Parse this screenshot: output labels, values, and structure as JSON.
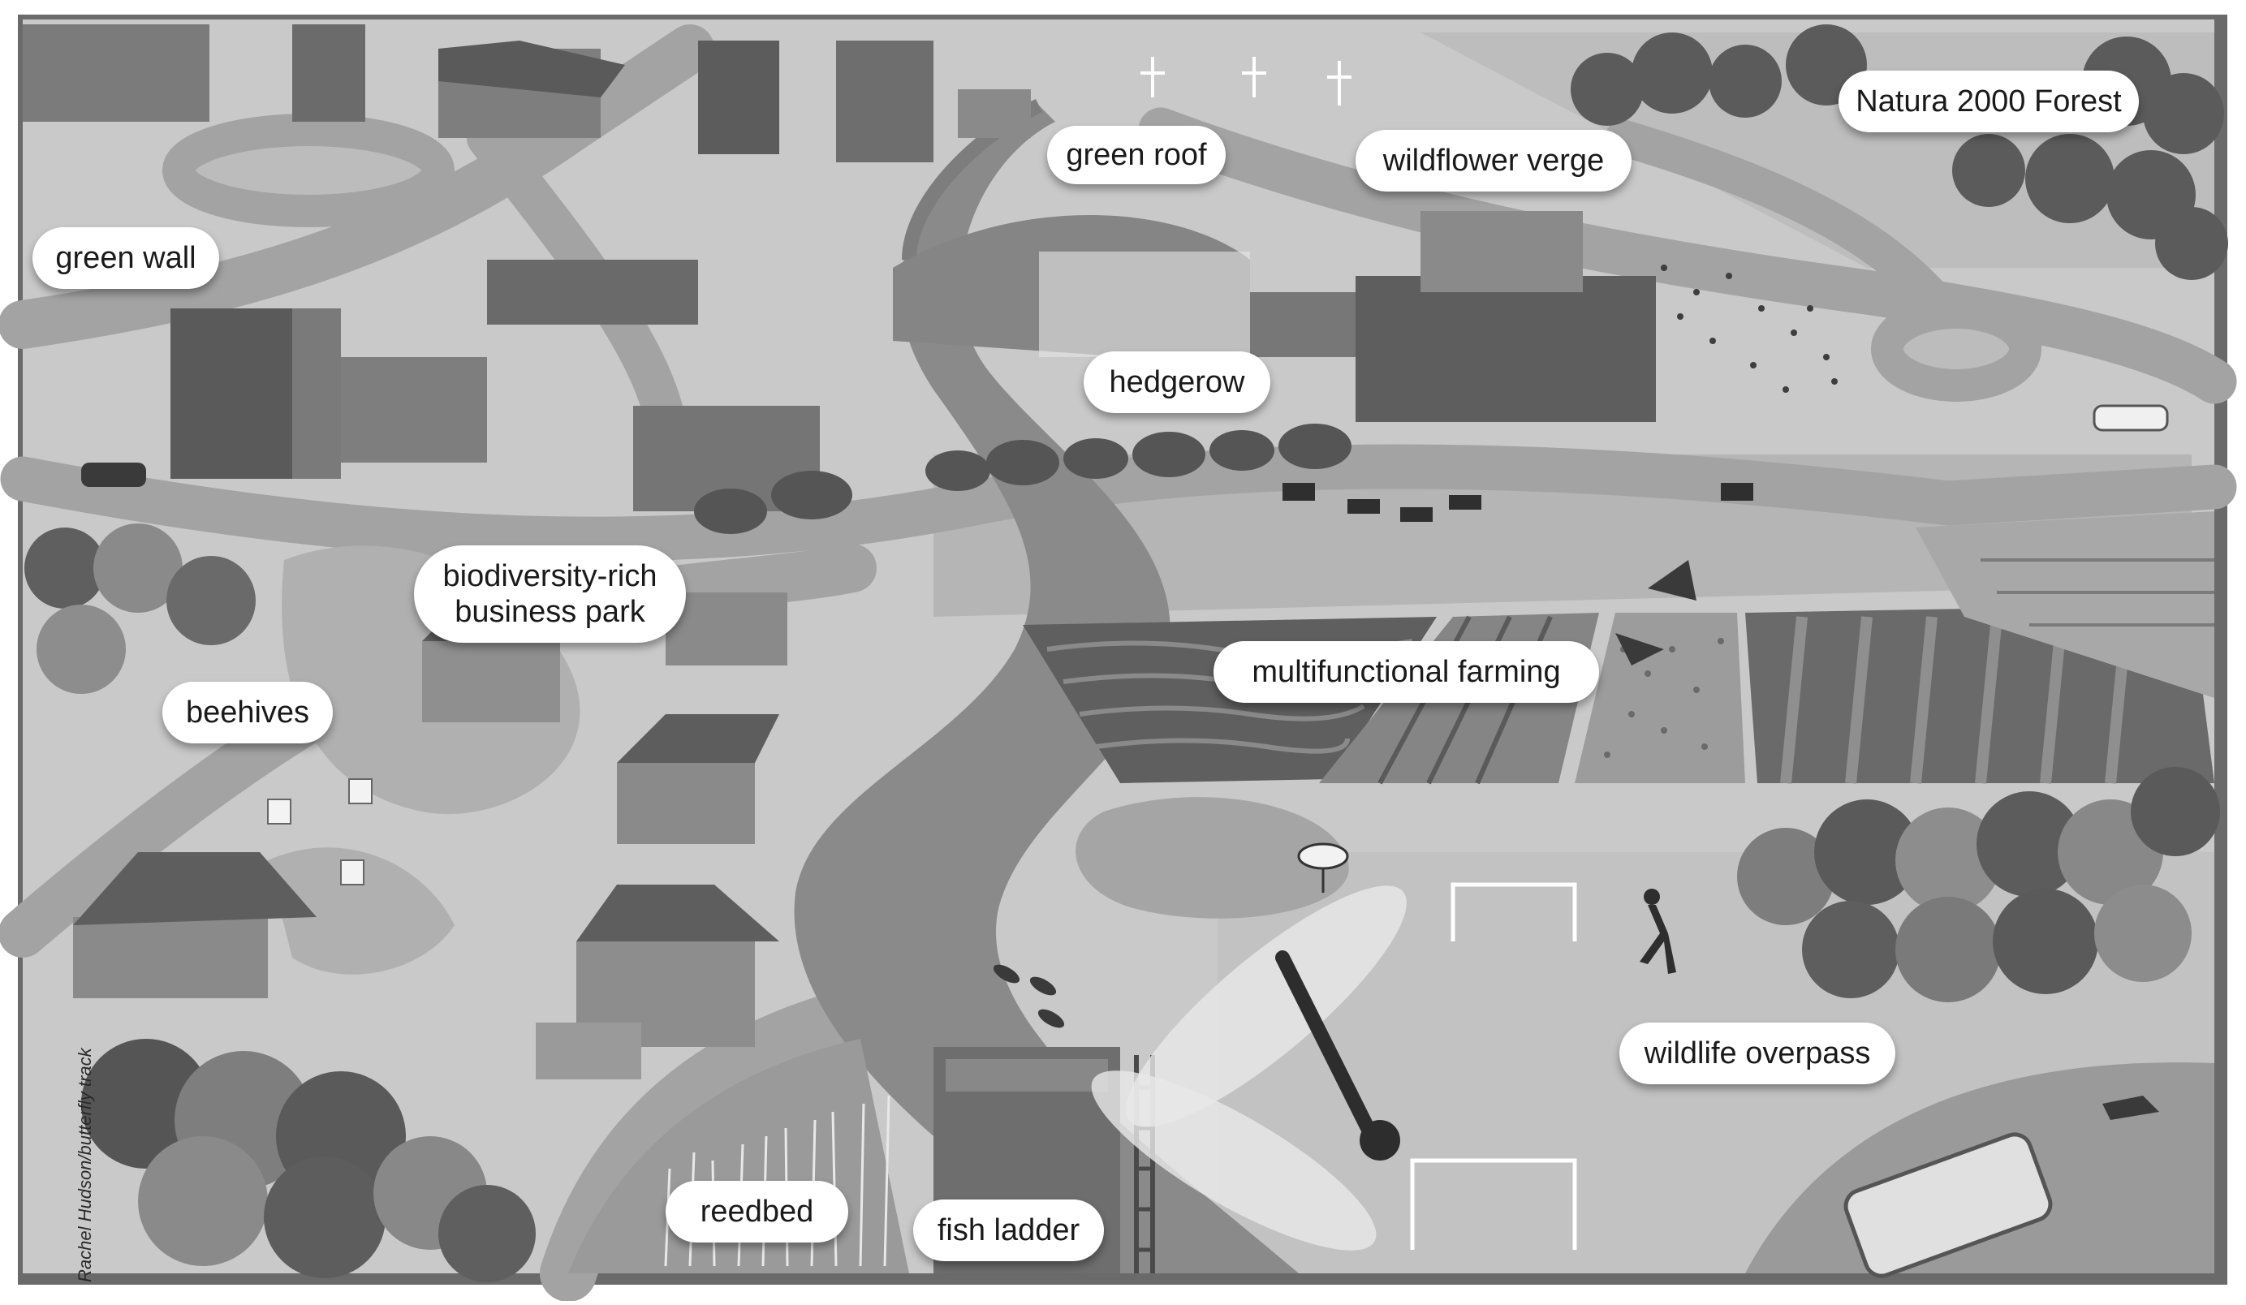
{
  "labels": {
    "green_roof": "green roof",
    "wildflower_verge": "wildflower verge",
    "natura_forest": "Natura 2000 Forest",
    "green_wall": "green wall",
    "hedgerow": "hedgerow",
    "business_park_line1": "biodiversity-rich",
    "business_park_line2": "business park",
    "beehives": "beehives",
    "multifunctional_farming": "multifunctional farming",
    "wildlife_overpass": "wildlife overpass",
    "reedbed": "reedbed",
    "fish_ladder": "fish ladder"
  },
  "credit": "Rachel Hudson/butterfly track",
  "colors": {
    "background": "#c9c9c9",
    "road": "#a9a9a9",
    "field": "#b8b8b8",
    "river": "#8c8c8c",
    "building_dark": "#5e5e5e",
    "building_mid": "#8a8a8a",
    "tree_dark": "#575757",
    "tree_mid": "#8e8e8e",
    "label_bg": "#ffffff"
  }
}
